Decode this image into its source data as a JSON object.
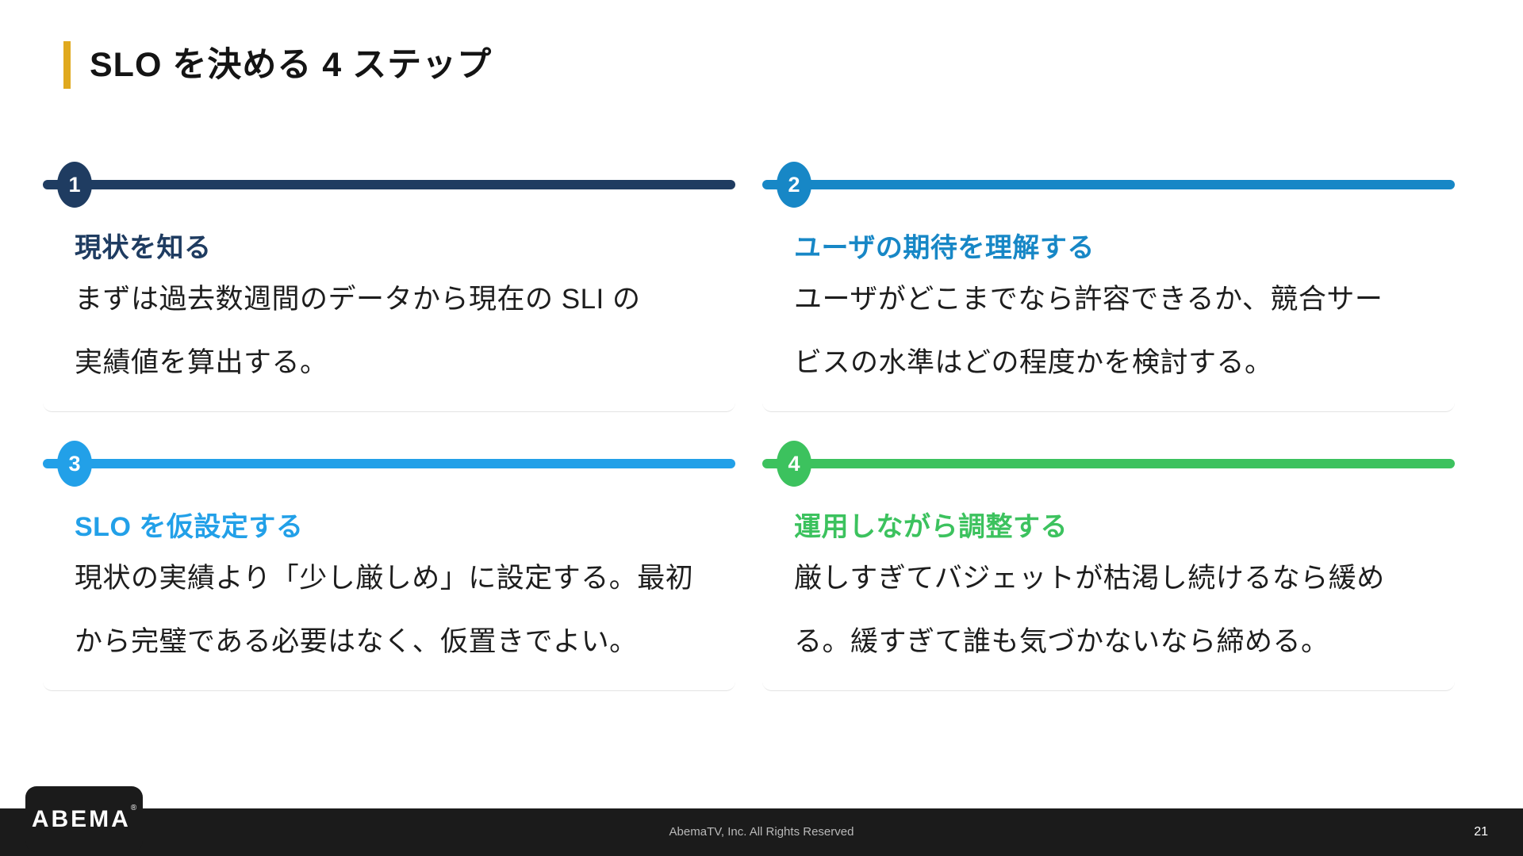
{
  "slide": {
    "title": "SLO を決める 4 ステップ",
    "accent_color": "#E0A91E"
  },
  "steps": [
    {
      "number": "1",
      "color": "#1F3C61",
      "heading": "現状を知る",
      "body_line1": "まずは過去数週間のデータから現在の SLI の",
      "body_line2": "実績値を算出する。"
    },
    {
      "number": "2",
      "color": "#1787C6",
      "heading": "ユーザの期待を理解する",
      "body_line1": "ユーザがどこまでなら許容できるか、競合サー",
      "body_line2": "ビスの水準はどの程度かを検討する。"
    },
    {
      "number": "3",
      "color": "#22A0E8",
      "heading": "SLO を仮設定する",
      "body_line1": "現状の実績より「少し厳しめ」に設定する。最初",
      "body_line2": "から完璧である必要はなく、仮置きでよい。"
    },
    {
      "number": "4",
      "color": "#3CC25E",
      "heading": "運用しながら調整する",
      "body_line1": "厳しすぎてバジェットが枯渇し続けるなら緩め",
      "body_line2": "る。緩すぎて誰も気づかないなら締める。"
    }
  ],
  "footer": {
    "bar_color": "#1B1B1B",
    "logo_text": "ABEMA",
    "registered_mark": "®",
    "copyright": "AbemaTV, Inc. All Rights Reserved",
    "page_number": "21"
  }
}
